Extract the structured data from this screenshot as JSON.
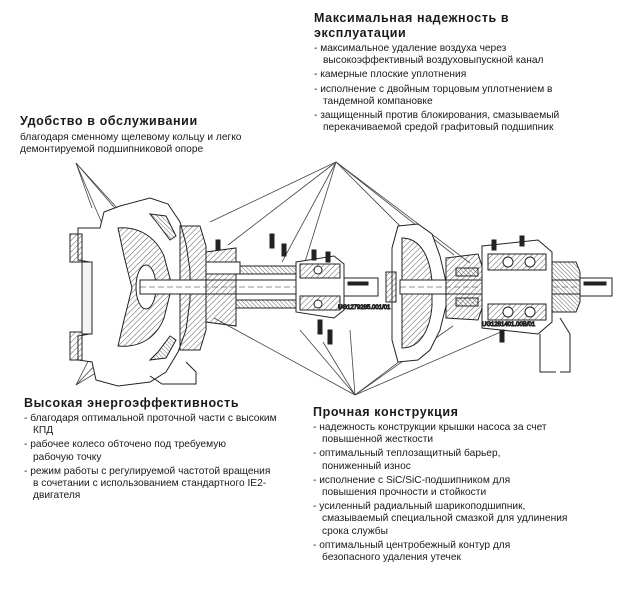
{
  "reliability": {
    "heading": "Максимальная надежность в эксплуатации",
    "items": [
      "максимальное удаление воздуха через высокоэффективный воздуховыпускной канал",
      "камерные плоские уплотнения",
      "исполнение с двойным торцовым уплотнением в тандемной компановке",
      "защищенный против блокирования, смазываемый перекачиваемой средой графитовый подшипник"
    ]
  },
  "service": {
    "heading": "Удобство в обслуживании",
    "text": "благодаря сменному щелевому кольцу и легко демонтируемой подшипниковой опоре"
  },
  "efficiency": {
    "heading": "Высокая энергоэффективность",
    "items": [
      "благодаря оптимальной проточной части с высоким КПД",
      "рабочее колесо обточено под требуемую рабочую точку",
      "режим работы с регулируемой частотой вращения в сочетании с использованием стандартного IE2-двигателя"
    ]
  },
  "construction": {
    "heading": "Прочная конструкция",
    "items": [
      "надежность конструкции крышки насоса за счет повышенной жесткости",
      "оптимальный теплозащитный барьер, пониженный износ",
      "исполнение с SiC/SiC-подшипником для повышения прочности и стойкости",
      "усиленный радиальный шарикоподшипник, смазываемый специальной смазкой для удлинения срока службы",
      "оптимальный центробежный контур для безопасного удаления утечек"
    ]
  },
  "drawing_codes": {
    "left": "UG1279285.001/01",
    "right": "UG1281401.00B/01"
  }
}
